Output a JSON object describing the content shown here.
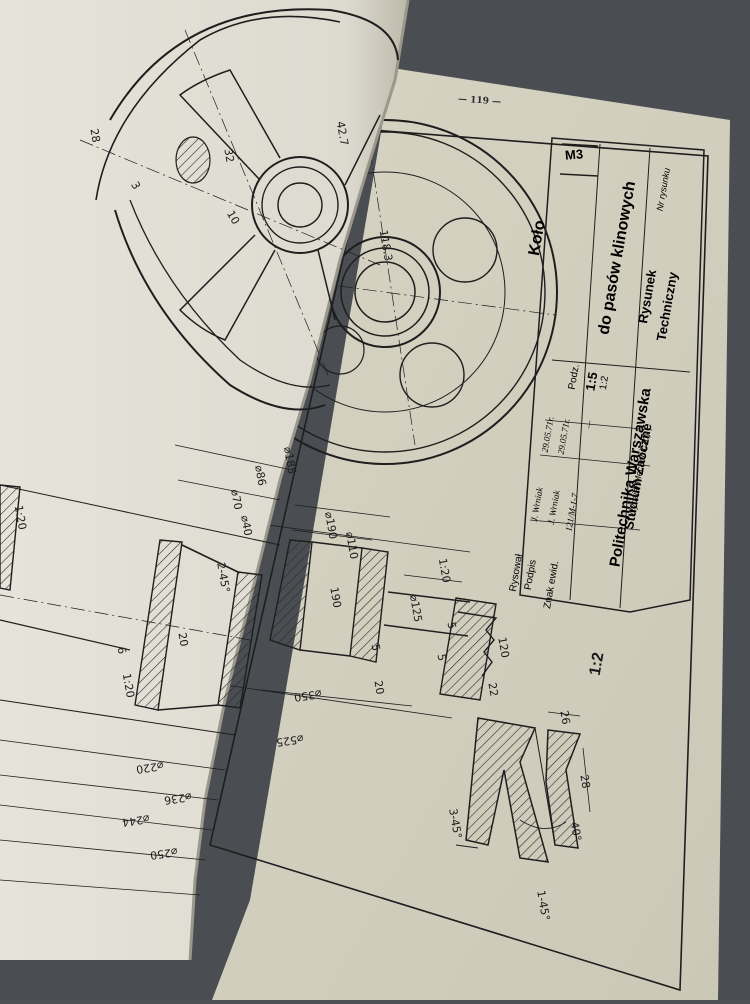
{
  "scene": {
    "description_free": true
  },
  "page": {
    "number": "— 119 —"
  },
  "title_block": {
    "sheet_format": "M3",
    "part_title_line1": "Koło",
    "part_title_line2": "do pasów klinowych",
    "drawing_type_line1": "Rysunek",
    "drawing_type_line2": "Techniczny",
    "drawing_number_label": "Nr rysunku",
    "rows": [
      {
        "label": "Rysował",
        "value": "J. Wrniak",
        "date": "29.05.71r."
      },
      {
        "label": "Podpis",
        "value": "J. Wrniak",
        "date": "29.05.71r."
      },
      {
        "label": "Znak ewid.",
        "value": "121/M-1-7",
        "date": "—"
      }
    ],
    "scale_label": "Podz.",
    "scale_main": "1:5",
    "scale_detail": "1:2",
    "school_line1": "Politechnika Warszawska",
    "school_line2": "Studium Zaoczne",
    "school_line3": "Wydział Mechaniczny"
  },
  "right_page_dims": {
    "d185": "⌀185",
    "d190": "⌀190",
    "d110": "⌀110",
    "len190": "190",
    "d125": "⌀125",
    "taper": "1:20",
    "d350": "⌀350",
    "d525": "⌀525",
    "w20": "20",
    "w120": "120",
    "w22": "22",
    "w5a": "5",
    "w5b": "5",
    "w5c": "5",
    "hub_radius": "118.3",
    "detail_scale": "1:2",
    "groove_w": "26",
    "groove_d": "28",
    "angle40": "40°",
    "chamfer1": "3-45°",
    "chamfer2": "1-45°"
  },
  "left_page_dims": {
    "r28": "28",
    "r42": "42.7",
    "r32": "32",
    "r10": "10",
    "r3": "3",
    "d86": "⌀86",
    "d70": "⌀70",
    "d40": "⌀40",
    "chamfer": "2-45°",
    "w20": "20",
    "w6": "6",
    "taper1": "1:20",
    "taper2": "1:20",
    "d220": "⌀220",
    "d236": "⌀236",
    "d244": "⌀244",
    "d250": "⌀250"
  }
}
